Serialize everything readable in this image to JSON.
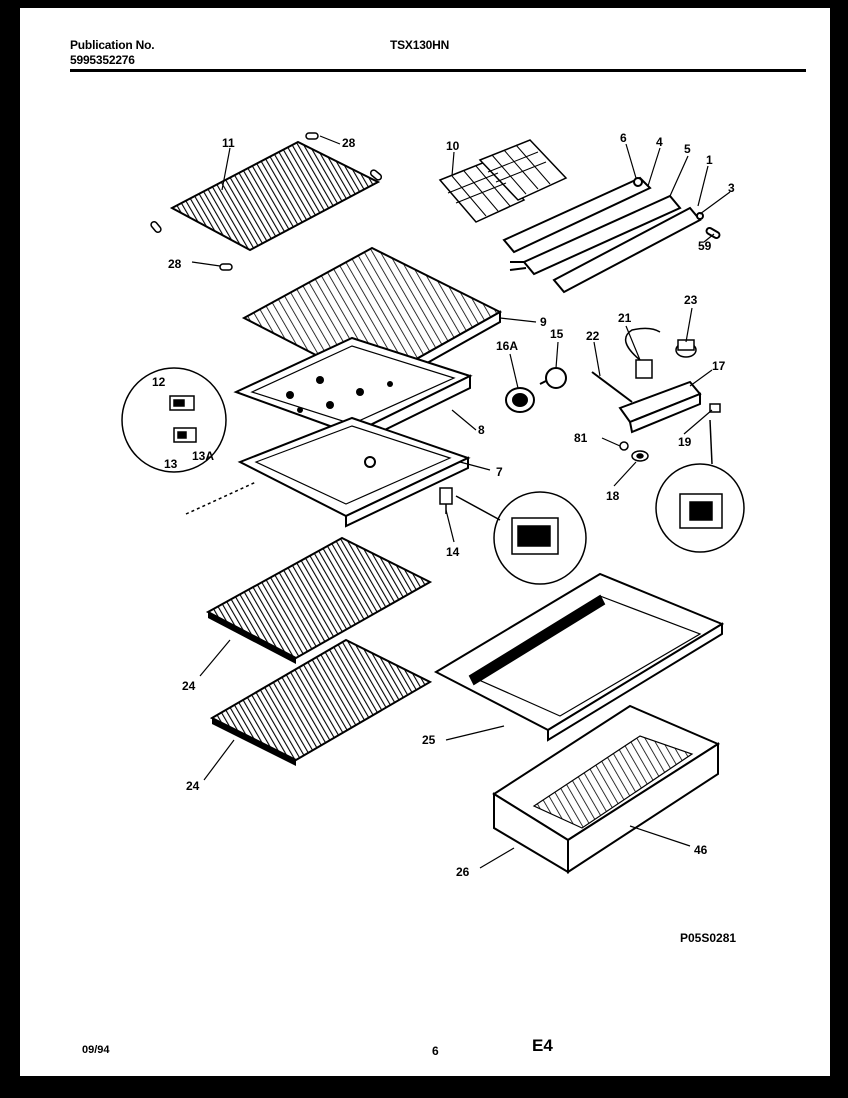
{
  "header": {
    "publication_label": "Publication No.",
    "publication_number": "5995352276",
    "model": "TSX130HN"
  },
  "diagram": {
    "code": "P05S0281",
    "callouts": [
      "11",
      "28",
      "28",
      "10",
      "6",
      "4",
      "5",
      "1",
      "3",
      "59",
      "9",
      "23",
      "21",
      "15",
      "16A",
      "22",
      "17",
      "12",
      "13",
      "13A",
      "8",
      "81",
      "19",
      "7",
      "18",
      "14",
      "24",
      "24",
      "25",
      "26",
      "46"
    ]
  },
  "footer": {
    "date": "09/94",
    "page": "6",
    "section": "E4"
  }
}
